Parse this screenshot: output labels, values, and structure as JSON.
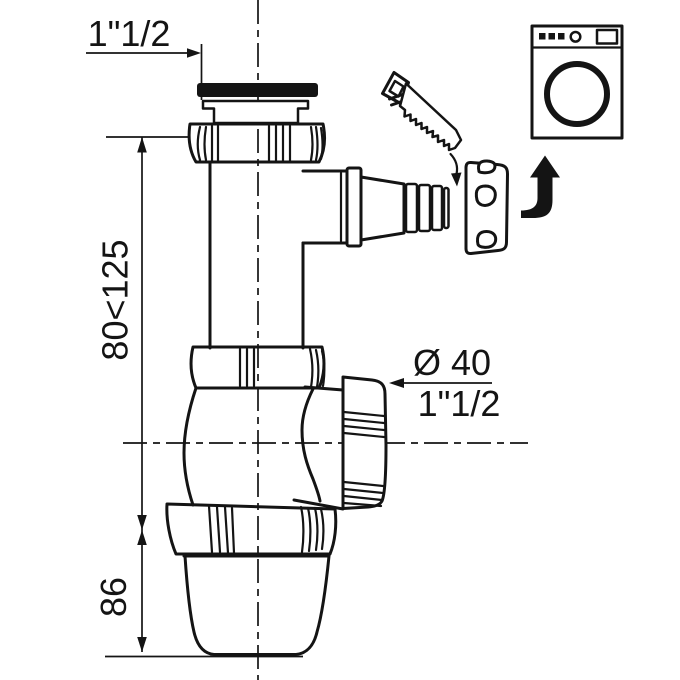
{
  "page": {
    "background": "#ffffff",
    "ink_color": "#141414",
    "description_kind": "plumbing bottle trap installation drawing"
  },
  "labels": {
    "inlet_thread": "1\"1/2",
    "height_range": "80<125",
    "cup_height": "86",
    "outlet_diameter": "Ø 40",
    "outlet_thread": "1\"1/2"
  },
  "icons": [
    "washing-machine-icon",
    "hand-saw-icon",
    "cut-direction-arrow-icon",
    "connect-up-arrow-icon"
  ]
}
